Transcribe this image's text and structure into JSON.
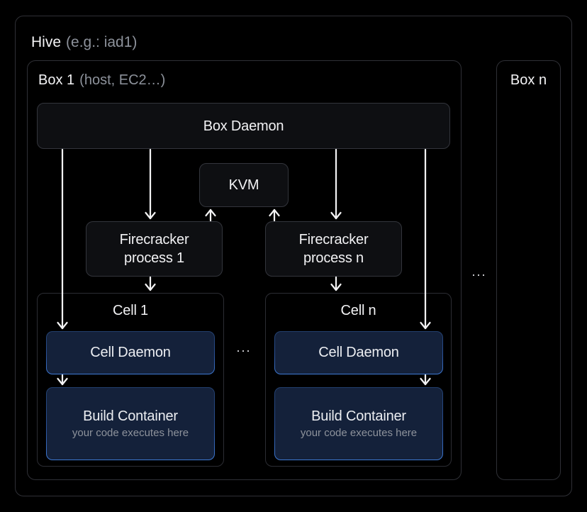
{
  "hive": {
    "title": "Hive",
    "subtitle": "(e.g.: iad1)"
  },
  "boxes": {
    "box1": {
      "title": "Box 1",
      "subtitle": "(host, EC2…)"
    },
    "boxn": {
      "title": "Box n"
    }
  },
  "nodes": {
    "box_daemon": "Box Daemon",
    "kvm": "KVM",
    "firecracker1": {
      "line1": "Firecracker",
      "line2": "process 1"
    },
    "firecrackern": {
      "line1": "Firecracker",
      "line2": "process n"
    }
  },
  "cells": {
    "cell1_title": "Cell 1",
    "celln_title": "Cell n",
    "daemon_label": "Cell Daemon",
    "build_label": "Build Container",
    "build_sublabel": "your code executes here"
  },
  "separators": {
    "cells_ellipsis": "...",
    "boxes_ellipsis": "..."
  },
  "colors": {
    "background": "#000000",
    "container_border": "#2f3036",
    "dark_box_fill": "#0e0f12",
    "dark_box_border": "#33353c",
    "navy_fill": "#14213a",
    "navy_border_top": "#223f6d",
    "navy_border_bottom": "#3e7ad5",
    "arrow": "#f2f2f3",
    "text_primary": "#f4f4f6",
    "text_muted": "#8d929b"
  },
  "edges": [
    {
      "from": "box-daemon",
      "to": "cell-daemon-1"
    },
    {
      "from": "box-daemon",
      "to": "firecracker-process-1"
    },
    {
      "from": "box-daemon",
      "to": "firecracker-process-n"
    },
    {
      "from": "box-daemon",
      "to": "cell-daemon-n"
    },
    {
      "from": "firecracker-process-1",
      "to": "kvm"
    },
    {
      "from": "firecracker-process-n",
      "to": "kvm"
    },
    {
      "from": "firecracker-process-1",
      "to": "cell-1"
    },
    {
      "from": "firecracker-process-n",
      "to": "cell-n"
    },
    {
      "from": "cell-daemon-1",
      "to": "build-container-1"
    },
    {
      "from": "cell-daemon-n",
      "to": "build-container-n"
    }
  ]
}
